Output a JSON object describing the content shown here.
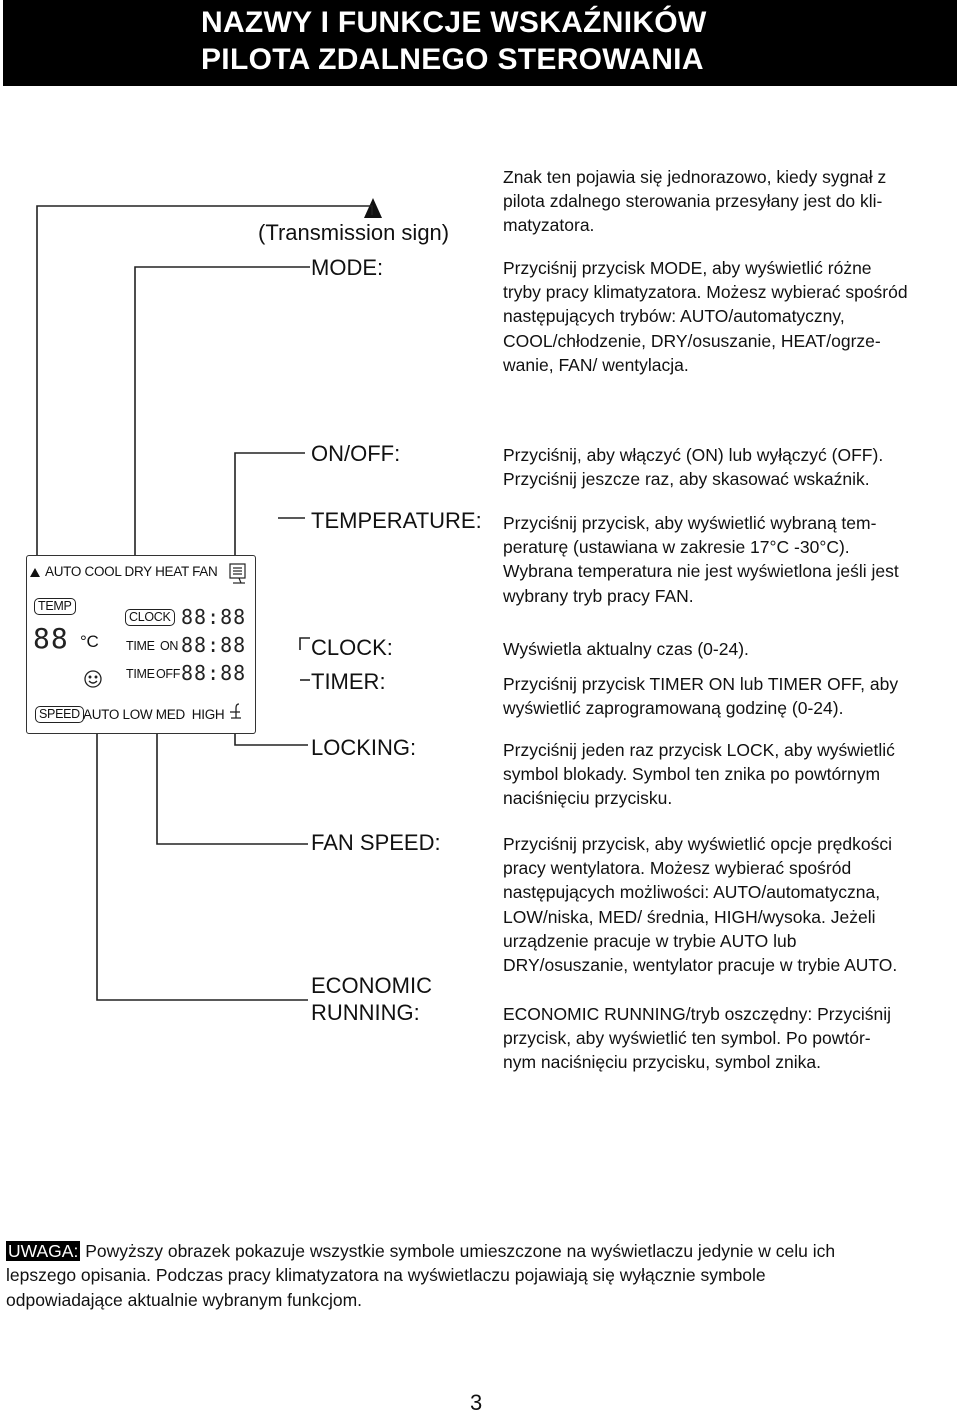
{
  "header": {
    "title_line1": "NAZWY I FUNKCJE WSKAŹNIKÓW",
    "title_line2": "PILOTA ZDALNEGO STEROWANIA"
  },
  "labels": {
    "transmission": "(Transmission sign)",
    "mode": "MODE:",
    "onoff": "ON/OFF:",
    "temperature": "TEMPERATURE:",
    "clock": "CLOCK:",
    "timer": "TIMER:",
    "locking": "LOCKING:",
    "fanspeed": "FAN SPEED:",
    "economic1": "ECONOMIC",
    "economic2": "RUNNING:"
  },
  "descriptions": {
    "transmission": [
      "Znak ten pojawia się jednorazowo, kiedy sygnał z",
      "pilota zdalnego sterowania przesyłany jest do kli-",
      "matyzatora."
    ],
    "mode": [
      "Przyciśnij przycisk MODE, aby wyświetlić różne",
      "tryby pracy klimatyzatora. Możesz wybierać spośród",
      "następujących trybów: AUTO/automatyczny,",
      "COOL/chłodzenie, DRY/osuszanie, HEAT/ogrze-",
      "wanie, FAN/ wentylacja."
    ],
    "onoff": [
      "Przyciśnij, aby włączyć (ON) lub wyłączyć (OFF).",
      "Przyciśnij jeszcze raz, aby skasować wskaźnik."
    ],
    "temperature": [
      "Przyciśnij przycisk, aby wyświetlić wybraną tem-",
      "peraturę (ustawiana w zakresie 17°C -30°C).",
      "Wybrana temperatura nie jest wyświetlona jeśli jest",
      "wybrany tryb pracy FAN."
    ],
    "clock": [
      "Wyświetla aktualny czas (0-24)."
    ],
    "timer": [
      "Przyciśnij przycisk TIMER ON lub TIMER OFF, aby",
      "wyświetlić zaprogramowaną godzinę (0-24)."
    ],
    "locking": [
      "Przyciśnij jeden raz przycisk LOCK, aby wyświetlić",
      "symbol blokady. Symbol ten znika po powtórnym",
      "naciśnięciu przycisku."
    ],
    "fanspeed": [
      "Przyciśnij przycisk, aby wyświetlić opcje prędkości",
      "pracy wentylatora. Możesz wybierać spośród",
      "następujących możliwości: AUTO/automatyczna,",
      "LOW/niska, MED/ średnia, HIGH/wysoka. Jeżeli",
      "urządzenie pracuje w trybie AUTO lub",
      "DRY/osuszanie, wentylator pracuje w trybie AUTO."
    ],
    "economic": [
      "ECONOMIC RUNNING/tryb oszczędny: Przyciśnij",
      "przycisk, aby wyświetlić ten symbol. Po powtór-",
      "nym naciśnięciu przycisku, symbol znika."
    ]
  },
  "lcd": {
    "mode_row": "AUTO COOL DRY HEAT FAN",
    "temp_tag": "TEMP",
    "temp_digits": "88",
    "temp_unit": "°C",
    "clock_tag": "CLOCK",
    "clock_digits": "88:88",
    "timer_label": "TIME",
    "on_label": "ON",
    "off_label": "OFF",
    "timer_on_digits": "88:88",
    "timer_off_digits": "88:88",
    "speed_tag": "SPEED",
    "speed_row": "AUTO LOW MED  HIGH"
  },
  "note": {
    "tag": "UWAGA:",
    "line1": " Powyższy obrazek pokazuje wszystkie symbole umieszczone na wyświetlaczu jedynie w celu ich",
    "line2": "lepszego opisania. Podczas pracy klimatyzatora na wyświetlaczu pojawiają się wyłącznie symbole",
    "line3": "odpowiadające aktualnie wybranym funkcjom."
  },
  "page_number": "3"
}
